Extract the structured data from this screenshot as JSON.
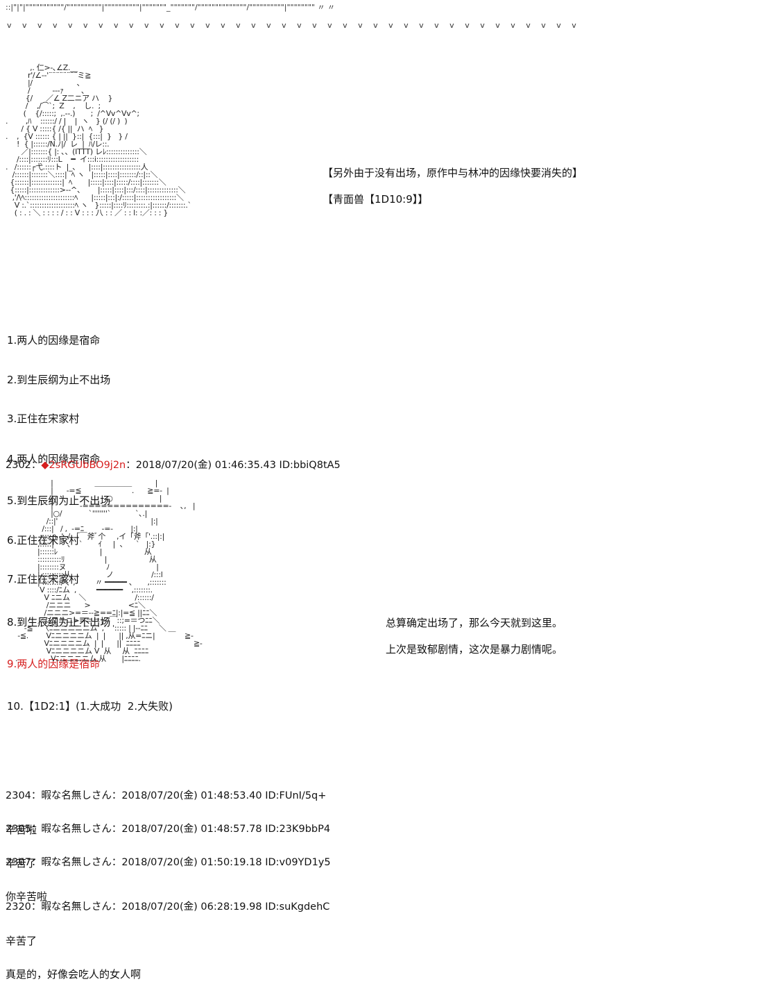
{
  "top_art_line": "::|\"|\"|\"\"\"\"\"\"\"\"\"\"\"/\"\"\"\"\"\"\"\"\"\"|\"\"\"\"\"\"\"\"\"\"|\"\"\"\"\"\"\"_\"\"\"\"\"\"\"/\"\"\"\"\"\"\"\"\"\"\"\"\"\"/\"\"\"\"\"\"\"\"\"\"|\"\"\"\"\"\"\"\" 〃 〃",
  "v_row": "v v v v v v v v v v v v v v v v v v v v v v v v v v v v v v v v v v v v v v",
  "art1": "           ,. 仁>-､∠Z.__\n          r'/∠-‐'¨¨¨¨¨¨¨¨ミ≧\n          |/                    ､\n          /          -‐-ｧ        ､\n         {/      ／∠ Z二ニア ハ    }\n         /    ,/⌒`;  Z    ,    し.  ;\n        (    {/:::::;  ,.--.)       ;  /^Vv^Vv^;\n.        ,ﾊ    ::::::/ / |    |  ヽ   } (/ (/ )  )\n       / { V :::::{ /{ ||  ハ  ﾍ   }\n.    ,  {V :::::: { | ||  }::|  {:::|  }   } /\n     !  { |::::::/N.ﾉ|/  レ  |  ﾊ/レ::.\n       ／|:::::::{ |: ､、(ITTT) レﾚ::::::::::::::＼\n     /::::|:::::::ﾘ:::L    ━  イ:::i::::::::::::::::::\n.   /::::::┌弋.::::ト  |_、    |::::|::::::::::::::::人\n   /::::::|:::::::＼::::|  ﾍ ヽ   |:::::|::::|:::::::/::|::＼\n  {::::::|:::::::::::::|  ﾍ       |:::::|::::|:::::/::::|:::::::＼\n  {:::::|:::::::::::::>--^、      |:::::|::::|:::/::::|:::::::::::::＼\n   ,'/\\ﾍ:::::::::::::::::::::ﾍ      |:::::|:::|:/:::::|:::::::::::::::::＼\n    V :.`:::::::::::::::::::ﾍ ヽ   }:::::|::::ﾘ::::::::.:|::::::/:::::::.`\n    ( : . : ＼ : : : : / : : V : : : 八 : : ／ : : l: :／: : : }",
  "note1": "【另外由于没有出场，原作中与林冲的因缘快要消失的】",
  "note2": "【青面兽【1D10:9】】",
  "list_items": [
    "1.两人的因缘是宿命",
    "2.到生辰纲为止不出场",
    "3.正住在宋家村",
    "4.两人的因缘是宿命",
    "5.到生辰纲为止不出场",
    "6.正住在宋家村",
    "7.正住在宋家村",
    "8.到生辰纲为止不出场",
    "9.两人的因缘是宿命",
    "10.【1D2:1】(1.大成功  2.大失败)"
  ],
  "post2302": {
    "num": "2302：",
    "trip": "◆2sRGUbBO9j2n",
    "rest": "：2018/07/20(金) 01:46:35.43 ID:bbiQ8tA5"
  },
  "art2": "                |                                              |\n                |      -=≦      ￣￣￣￣￣.      ≧=-  |\n                |                        ○                     |\n                |            -==============-    ､,   |\n                |○/            `''''''''`           `､.|\n              /::|'                                          |:|\n            /:::|   / ,  -=ﾆ        -=-        |:|\n           :::::∩ ,'  / 「￣斧ﾞ个     ,イ「斧「'.::|:|\n          ,:::::|      、  `       ｲ     |  、    `   |:}\n          |::::::ﾚ                   |                   从\n          ::::::::::ﾘ                  |                   从\n          |::::::::ヌ                  ﾉ                     |\n          | :::::::::从                ノ                 /:::l\n          | ::::::::/く ,         〃 ━━━━━ 、     ,:::::::\n           V ::::/ﾆム  ,         ━━━━━━    ,:::::::.\n             V ﾆニム    ＼                      /::::::/\n              /ニニニ      >                 <ﾆ＼\n             /ニニニ>=＝--≧==ﾆ|:|=≦ ||ﾆﾆ＼\n          ／/ﾆニニニ>=＝＝ / /￣::;=＝つﾆﾆ＼\n    -≦    〈ﾆニニニニニム  ,'   '::::: | |--ﾆﾆ     ＼\n -≦.        Vﾆニニニニム  |  |      || ,从=ﾆニ|      ￣    ≧-\n             Vﾆニニニニム  |  |      ||  ﾆﾆﾆﾆ                        ≧-\n              Vﾆニニニニム V  从     从  ﾆﾆﾆﾆ\n.               Vﾆニニニニム.从       |ﾆﾆﾆﾆ.",
  "note3": "总算确定出场了，那么今天就到这里。",
  "note4": "上次是致郁剧情，这次是暴力剧情呢。",
  "posts": [
    {
      "head": "2304：暇な名無しさん：2018/07/20(金) 01:48:53.40 ID:FUnI/5q+",
      "body": [
        "辛苦啦"
      ]
    },
    {
      "head": "2305：暇な名無しさん：2018/07/20(金) 01:48:57.78 ID:23K9bbP4",
      "body": [
        "辛苦了"
      ]
    },
    {
      "head": "2307：暇な名無しさん：2018/07/20(金) 01:50:19.18 ID:v09YD1y5",
      "body": [
        "你辛苦啦"
      ]
    },
    {
      "head": "2320：暇な名無しさん：2018/07/20(金) 06:28:19.98 ID:suKgdehC",
      "body": [
        "辛苦了",
        "真是的，好像会吃人的女人啊"
      ]
    }
  ]
}
